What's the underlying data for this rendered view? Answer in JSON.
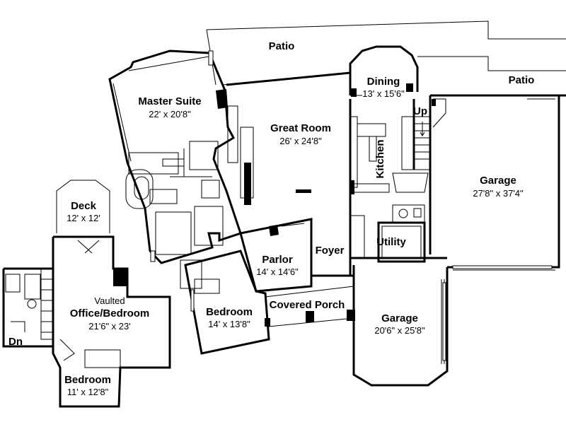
{
  "rooms": {
    "patio_top": {
      "name": "Patio"
    },
    "patio_right": {
      "name": "Patio"
    },
    "master_suite": {
      "name": "Master Suite",
      "size": "22' x 20'8\""
    },
    "great_room": {
      "name": "Great Room",
      "size": "26' x 24'8\""
    },
    "dining": {
      "name": "Dining",
      "size": "13' x 15'6\""
    },
    "up": {
      "name": "Up"
    },
    "kitchen": {
      "name": "Kitchen"
    },
    "garage_large": {
      "name": "Garage",
      "size": "27'8\" x 37'4\""
    },
    "deck": {
      "name": "Deck",
      "size": "12' x 12'"
    },
    "office": {
      "name": "Vaulted",
      "name2": "Office/Bedroom",
      "size": "21'6\" x 23'"
    },
    "parlor": {
      "name": "Parlor",
      "size": "14' x 14'6\""
    },
    "foyer": {
      "name": "Foyer"
    },
    "utility": {
      "name": "Utility"
    },
    "bedroom_mid": {
      "name": "Bedroom",
      "size": "14' x 13'8\""
    },
    "covered_porch": {
      "name": "Covered Porch"
    },
    "garage_small": {
      "name": "Garage",
      "size": "20'6\" x 25'8\""
    },
    "dn": {
      "name": "Dn"
    },
    "bedroom_small": {
      "name": "Bedroom",
      "size": "11' x 12'8\""
    }
  }
}
